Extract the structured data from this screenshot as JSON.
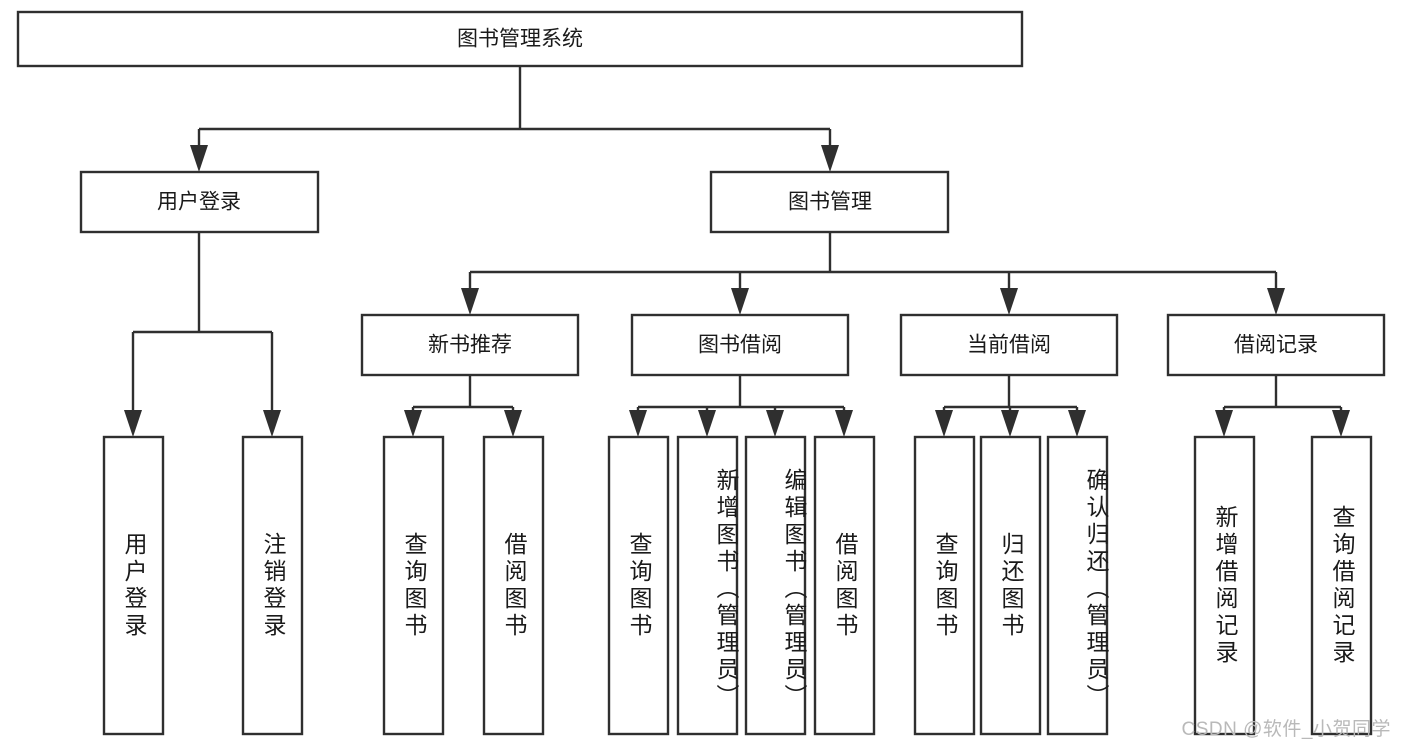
{
  "diagram": {
    "type": "tree-hierarchy-chart",
    "title": "图书管理系统",
    "watermark": "CSDN @软件_小贺同学",
    "colors": {
      "box_stroke": "#2f2f2f",
      "box_fill": "#ffffff",
      "text": "#1a1a1a",
      "background": "#ffffff",
      "watermark": "#b9b9b9"
    },
    "root": {
      "label": "图书管理系统",
      "children": [
        {
          "label": "用户登录",
          "children": [
            {
              "label": "用户登录"
            },
            {
              "label": "注销登录"
            }
          ]
        },
        {
          "label": "图书管理",
          "children": [
            {
              "label": "新书推荐",
              "children": [
                {
                  "label": "查询图书"
                },
                {
                  "label": "借阅图书"
                }
              ]
            },
            {
              "label": "图书借阅",
              "children": [
                {
                  "label": "查询图书"
                },
                {
                  "label": "新增图书（管理员）"
                },
                {
                  "label": "编辑图书（管理员）"
                },
                {
                  "label": "借阅图书"
                }
              ]
            },
            {
              "label": "当前借阅",
              "children": [
                {
                  "label": "查询图书"
                },
                {
                  "label": "归还图书"
                },
                {
                  "label": "确认归还（管理员）"
                }
              ]
            },
            {
              "label": "借阅记录",
              "children": [
                {
                  "label": "新增借阅记录"
                },
                {
                  "label": "查询借阅记录"
                }
              ]
            }
          ]
        }
      ]
    },
    "nodes": {
      "root": {
        "label": "图书管理系统"
      },
      "l1": [
        {
          "label": "用户登录"
        },
        {
          "label": "图书管理"
        }
      ],
      "l2": [
        {
          "label": "新书推荐"
        },
        {
          "label": "图书借阅"
        },
        {
          "label": "当前借阅"
        },
        {
          "label": "借阅记录"
        }
      ],
      "leaves": [
        {
          "label": "用户登录"
        },
        {
          "label": "注销登录"
        },
        {
          "label": "查询图书"
        },
        {
          "label": "借阅图书"
        },
        {
          "label": "查询图书"
        },
        {
          "label": "新增图书（管理员）"
        },
        {
          "label": "编辑图书（管理员）"
        },
        {
          "label": "借阅图书"
        },
        {
          "label": "查询图书"
        },
        {
          "label": "归还图书"
        },
        {
          "label": "确认归还（管理员）"
        },
        {
          "label": "新增借阅记录"
        },
        {
          "label": "查询借阅记录"
        }
      ]
    }
  }
}
